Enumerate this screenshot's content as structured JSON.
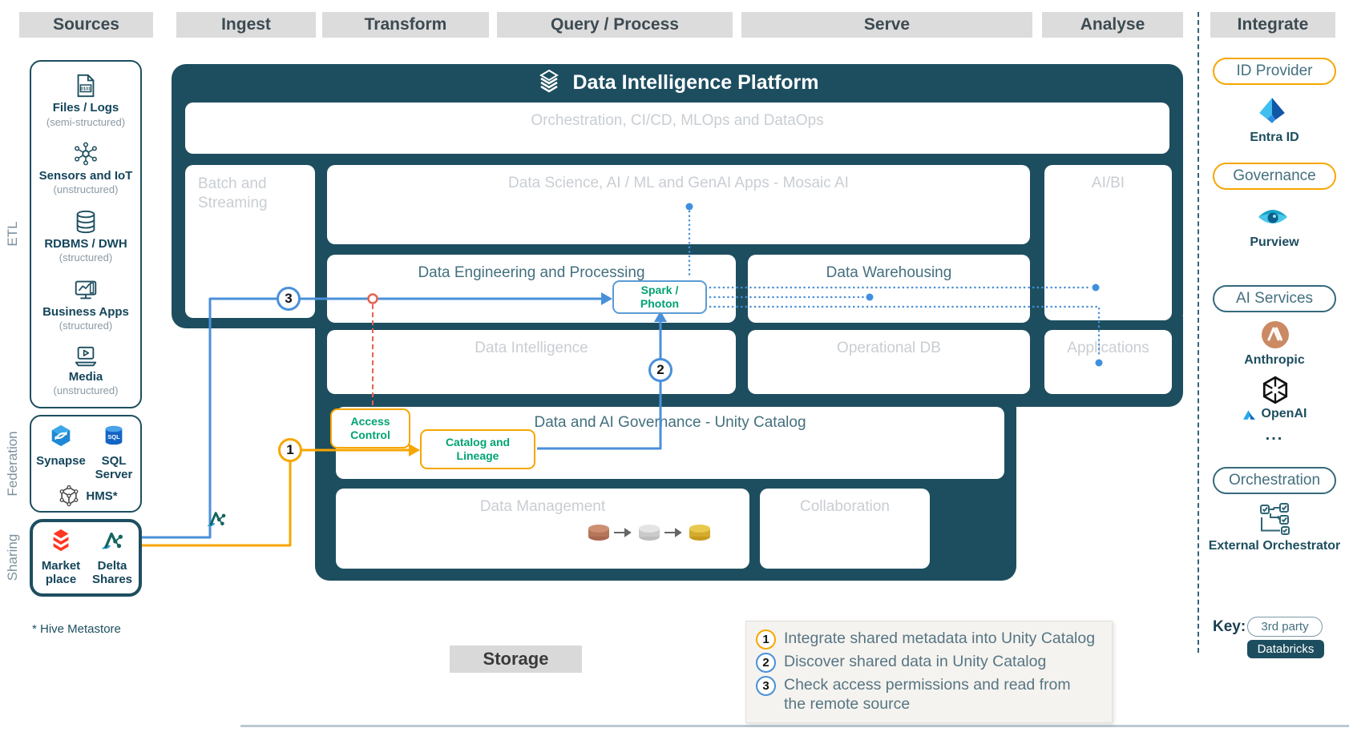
{
  "stages": [
    "Sources",
    "Ingest",
    "Transform",
    "Query / Process",
    "Serve",
    "Analyse"
  ],
  "integrate": {
    "label": "Integrate",
    "groups": [
      {
        "title": "ID Provider",
        "items": [
          "Entra ID"
        ]
      },
      {
        "title": "Governance",
        "items": [
          "Purview"
        ]
      },
      {
        "title": "AI Services",
        "items": [
          "Anthropic",
          "OpenAI",
          "..."
        ]
      },
      {
        "title": "Orchestration",
        "items": [
          "External Orchestrator"
        ]
      }
    ],
    "key": {
      "label": "Key:",
      "third_party": "3rd party",
      "databricks": "Databricks"
    }
  },
  "sources": {
    "etl_label": "ETL",
    "items": [
      {
        "label": "Files / Logs",
        "sub": "(semi-structured)",
        "icon": "file-code-icon"
      },
      {
        "label": "Sensors and IoT",
        "sub": "(unstructured)",
        "icon": "iot-network-icon"
      },
      {
        "label": "RDBMS / DWH",
        "sub": "(structured)",
        "icon": "database-icon"
      },
      {
        "label": "Business Apps",
        "sub": "(structured)",
        "icon": "business-apps-icon"
      },
      {
        "label": "Media",
        "sub": "(unstructured)",
        "icon": "media-laptop-icon"
      }
    ]
  },
  "federation": {
    "label": "Federation",
    "items": [
      "Synapse",
      "SQL Server",
      "HMS*"
    ]
  },
  "sharing": {
    "label": "Sharing",
    "items": [
      "Market place",
      "Delta Shares"
    ]
  },
  "footnote": "* Hive Metastore",
  "storage_label": "Storage",
  "platform": {
    "title": "Data Intelligence Platform",
    "orchestration": "Orchestration, CI/CD, MLOps and DataOps",
    "batch_streaming": "Batch and Streaming",
    "data_science": "Data Science, AI / ML and GenAI Apps - Mosaic AI",
    "ai_bi": "AI/BI",
    "data_engineering": "Data Engineering and Processing",
    "spark_photon": "Spark / Photon",
    "data_warehousing": "Data Warehousing",
    "data_intelligence": "Data Intelligence",
    "operational_db": "Operational DB",
    "applications": "Applications",
    "unity_catalog": "Data and AI Governance - Unity Catalog",
    "access_control": "Access Control",
    "catalog_lineage": "Catalog and Lineage",
    "data_management": "Data Management",
    "collaboration": "Collaboration",
    "medallion": [
      "bronze",
      "silver",
      "gold"
    ]
  },
  "annotations": {
    "steps": [
      {
        "num": "1",
        "text": "Integrate shared metadata into Unity Catalog"
      },
      {
        "num": "2",
        "text": "Discover shared data in Unity Catalog"
      },
      {
        "num": "3",
        "text": "Check access permissions and read from the remote source"
      }
    ]
  },
  "colors": {
    "databricks_teal": "#1d4e5f",
    "accent_yellow": "#f7a600",
    "accent_blue": "#4a90d9",
    "accent_green": "#00a273",
    "accent_red": "#e8604f",
    "databricks_red": "#ff3621"
  }
}
